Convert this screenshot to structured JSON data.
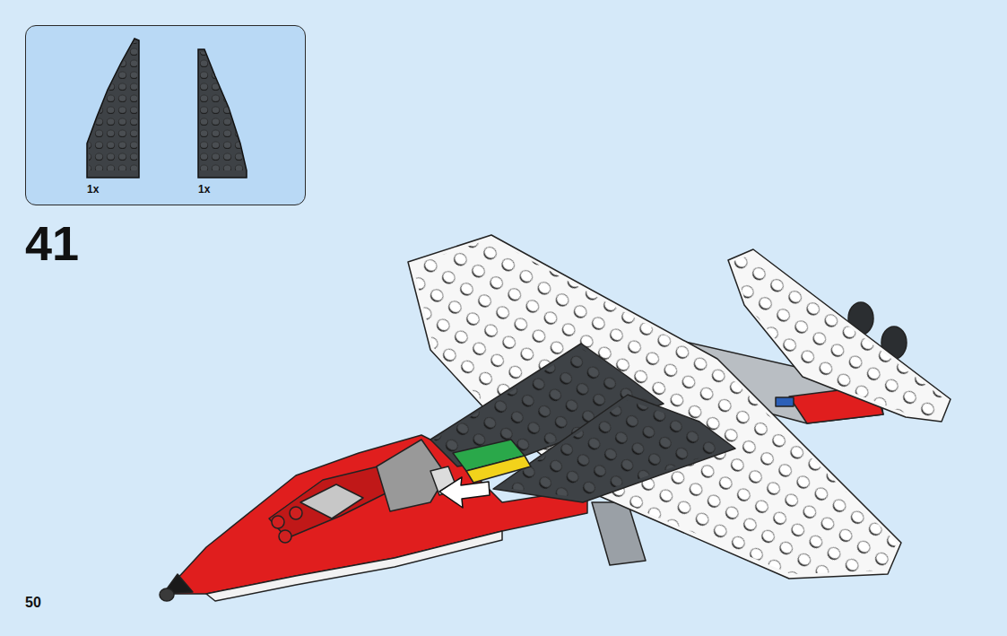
{
  "diagram": {
    "nodes": [
      {
        "text": [
          "1x",
          "1x"
        ]
      }
    ],
    "labels": [
      "41",
      "50"
    ]
  }
}
